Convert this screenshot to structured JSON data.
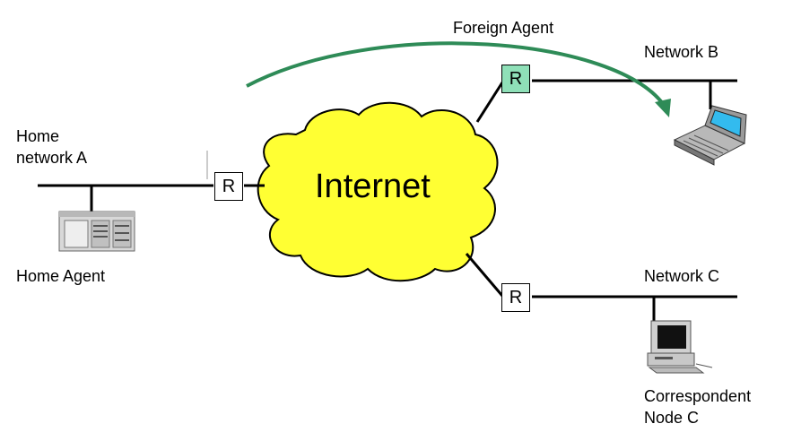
{
  "labels": {
    "foreign_agent": "Foreign Agent",
    "network_b": "Network B",
    "home_network_line1": "Home",
    "home_network_line2": "network A",
    "home_agent": "Home Agent",
    "network_c": "Network C",
    "correspondent_line1": "Correspondent",
    "correspondent_line2": "Node C",
    "internet": "Internet"
  },
  "routers": {
    "home": "R",
    "foreign": "R",
    "network_c": "R"
  },
  "colors": {
    "cloud_fill": "#ffff33",
    "arrow": "#2e8b57",
    "foreign_router_fill": "#8fe0b8"
  },
  "icons": {
    "home_agent": "server-icon",
    "mobile_node": "laptop-icon",
    "correspondent": "desktop-computer-icon"
  }
}
